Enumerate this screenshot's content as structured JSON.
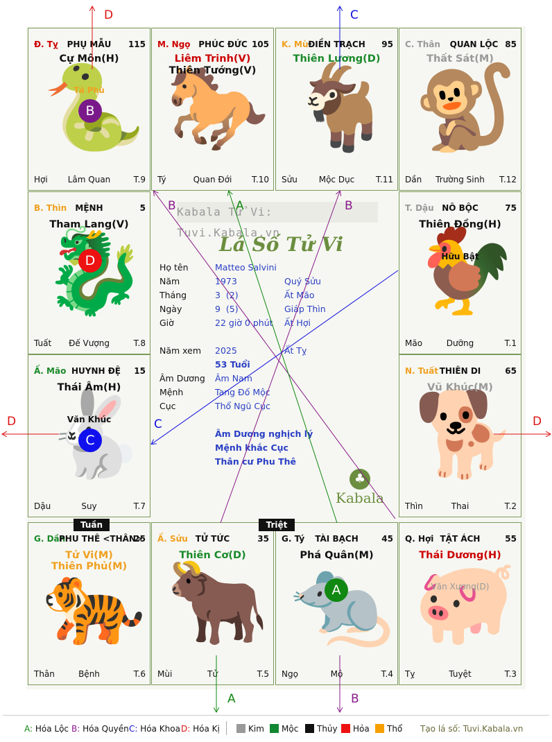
{
  "palaces": [
    {
      "can": "Đ. Tỵ",
      "can_color": "#cc0000",
      "name": "PHỤ MẪU",
      "age": "115",
      "stars": [
        {
          "t": "Cự Môn(H)",
          "c": "#111111"
        }
      ],
      "subs": [
        {
          "t": "Tả Phù",
          "c": "#f0a020"
        }
      ],
      "foot_l": "Hợi",
      "foot_c": "Lâm Quan",
      "foot_r": "T.9",
      "animal": "🐍"
    },
    {
      "can": "M. Ngọ",
      "can_color": "#cc0000",
      "name": "PHÚC ĐỨC",
      "age": "105",
      "stars": [
        {
          "t": "Liêm Trinh(V)",
          "c": "#cc0000"
        },
        {
          "t": "Thiên Tướng(V)",
          "c": "#111111"
        }
      ],
      "subs": [],
      "foot_l": "Tý",
      "foot_c": "Quan Đới",
      "foot_r": "T.10",
      "animal": "🐎"
    },
    {
      "can": "K. Mùi",
      "can_color": "#f0a020",
      "name": "ĐIỀN TRẠCH",
      "age": "95",
      "stars": [
        {
          "t": "Thiên Lương(D)",
          "c": "#1a8a2a"
        }
      ],
      "subs": [],
      "foot_l": "Sửu",
      "foot_c": "Mộc Dục",
      "foot_r": "T.11",
      "animal": "🐐"
    },
    {
      "can": "C. Thân",
      "can_color": "#999999",
      "name": "QUAN LỘC",
      "age": "85",
      "stars": [
        {
          "t": "Thất Sát(M)",
          "c": "#999999"
        }
      ],
      "subs": [],
      "foot_l": "Dần",
      "foot_c": "Trường Sinh",
      "foot_r": "T.12",
      "animal": "🐒"
    },
    {
      "can": "B. Thìn",
      "can_color": "#f0a020",
      "name": "MỆNH",
      "age": "5",
      "stars": [
        {
          "t": "Tham Lang(V)",
          "c": "#111111"
        }
      ],
      "subs": [],
      "foot_l": "Tuất",
      "foot_c": "Đế Vượng",
      "foot_r": "T.8",
      "animal": "🐉"
    },
    {
      "can": "T. Dậu",
      "can_color": "#999999",
      "name": "NÔ BỘC",
      "age": "75",
      "stars": [
        {
          "t": "Thiên Đồng(H)",
          "c": "#111111"
        }
      ],
      "subs": [
        {
          "t": "Hữu Bật",
          "c": "#111111"
        }
      ],
      "foot_l": "Mão",
      "foot_c": "Dưỡng",
      "foot_r": "T.1",
      "animal": "🐓"
    },
    {
      "can": "Ấ. Mão",
      "can_color": "#1a8a2a",
      "name": "HUYNH ĐỆ",
      "age": "15",
      "stars": [
        {
          "t": "Thái Âm(H)",
          "c": "#111111"
        }
      ],
      "subs": [
        {
          "t": "Văn Khúc",
          "c": "#111111"
        }
      ],
      "foot_l": "Dậu",
      "foot_c": "Suy",
      "foot_r": "T.7",
      "animal": "🐇"
    },
    {
      "can": "N. Tuất",
      "can_color": "#f0a020",
      "name": "THIÊN DI",
      "age": "65",
      "stars": [
        {
          "t": "Vũ Khúc(M)",
          "c": "#999999"
        }
      ],
      "subs": [],
      "foot_l": "Thìn",
      "foot_c": "Thai",
      "foot_r": "T.2",
      "animal": "🐕"
    },
    {
      "can": "G. Dần",
      "can_color": "#1a8a2a",
      "name": "PHU THÊ <THÂN>",
      "age": "25",
      "stars": [
        {
          "t": "Tử Vi(M)",
          "c": "#f0a020"
        },
        {
          "t": "Thiên Phủ(M)",
          "c": "#f0a020"
        }
      ],
      "subs": [],
      "foot_l": "Thân",
      "foot_c": "Bệnh",
      "foot_r": "T.6",
      "animal": "🐅"
    },
    {
      "can": "Ấ. Sửu",
      "can_color": "#f0a020",
      "name": "TỬ TỨC",
      "age": "35",
      "stars": [
        {
          "t": "Thiên Cơ(D)",
          "c": "#1a8a2a"
        }
      ],
      "subs": [],
      "foot_l": "Mùi",
      "foot_c": "Tử",
      "foot_r": "T.5",
      "animal": "🐂"
    },
    {
      "can": "G. Tý",
      "can_color": "#111111",
      "name": "TÀI BẠCH",
      "age": "45",
      "stars": [
        {
          "t": "Phá Quân(M)",
          "c": "#111111"
        }
      ],
      "subs": [],
      "foot_l": "Ngọ",
      "foot_c": "Mộ",
      "foot_r": "T.4",
      "animal": "🐀"
    },
    {
      "can": "Q. Hợi",
      "can_color": "#111111",
      "name": "TẬT ÁCH",
      "age": "55",
      "stars": [
        {
          "t": "Thái Dương(H)",
          "c": "#cc0000"
        }
      ],
      "subs": [
        {
          "t": "Văn Xương(D)",
          "c": "#999999"
        }
      ],
      "foot_l": "Tỵ",
      "foot_c": "Tuyệt",
      "foot_r": "T.3",
      "animal": "🐖"
    }
  ],
  "markers": {
    "B": {
      "label": "B",
      "color": "#7a1a8a"
    },
    "D": {
      "label": "D",
      "color": "#ee1111"
    },
    "C": {
      "label": "C",
      "color": "#1010ee"
    },
    "A": {
      "label": "A",
      "color": "#118811"
    }
  },
  "center": {
    "watermark": "Kabala Tử Vi: Tuvi.Kabala.vn",
    "title": "Lá Số Tử Vi",
    "rows": [
      {
        "label": "Họ tên",
        "v1": "Matteo Salvini",
        "v2": ""
      },
      {
        "label": "Năm",
        "v1": "1973",
        "v2": "Quý Sửu"
      },
      {
        "label": "Tháng",
        "v1": "3  (2)",
        "v2": "Ất Mão"
      },
      {
        "label": "Ngày",
        "v1": "9  (5)",
        "v2": "Giáp Thìn"
      },
      {
        "label": "Giờ",
        "v1": "22 giờ 0 phút",
        "v2": "Ất Hợi"
      }
    ],
    "nam_xem": {
      "label": "Năm xem",
      "v1": "2025",
      "v2": "Ất Tỵ"
    },
    "tuoi": "53 Tuổi",
    "rows2": [
      {
        "label": "Âm Dương",
        "v1": "Âm Nam"
      },
      {
        "label": "Mệnh",
        "v1": "Tang Đố Mộc"
      },
      {
        "label": "Cục",
        "v1": "Thổ Ngũ Cục"
      }
    ],
    "notes": [
      "Âm Dương nghịch lý",
      "Mệnh khắc Cục",
      "Thân cư Phu Thê"
    ],
    "brand": "Kabala",
    "brand_icon": "tree-icon"
  },
  "tags": {
    "tuan": "Tuần",
    "triet": "Triệt"
  },
  "arrow_labels": {
    "top_d": "D",
    "top_c": "C",
    "left_d": "D",
    "right_d": "D",
    "bottom_a": "A",
    "bottom_b": "B",
    "in_b1": "B",
    "in_a": "A",
    "in_b2": "B",
    "in_c": "C"
  },
  "arrow_colors": {
    "hoa_loc": "#118811",
    "hoa_quyen": "#8a1a8a",
    "hoa_khoa": "#1010dd",
    "hoa_ki": "#dd1111"
  },
  "legend": {
    "items": [
      {
        "key": "A:",
        "text": " Hóa Lộc",
        "color": "#118811"
      },
      {
        "key": "B:",
        "text": " Hóa Quyền",
        "color": "#8a1a8a"
      },
      {
        "key": "C:",
        "text": " Hóa Khoa",
        "color": "#1010dd"
      },
      {
        "key": "D:",
        "text": " Hóa Kị",
        "color": "#dd1111"
      }
    ],
    "elements": [
      {
        "text": "Kim",
        "color": "#999999"
      },
      {
        "text": "Mộc",
        "color": "#118833"
      },
      {
        "text": "Thủy",
        "color": "#111111"
      },
      {
        "text": "Hỏa",
        "color": "#ee1111"
      },
      {
        "text": "Thổ",
        "color": "#f5a000"
      }
    ],
    "credit": "Tạo lá số: Tuvi.Kabala.vn"
  }
}
